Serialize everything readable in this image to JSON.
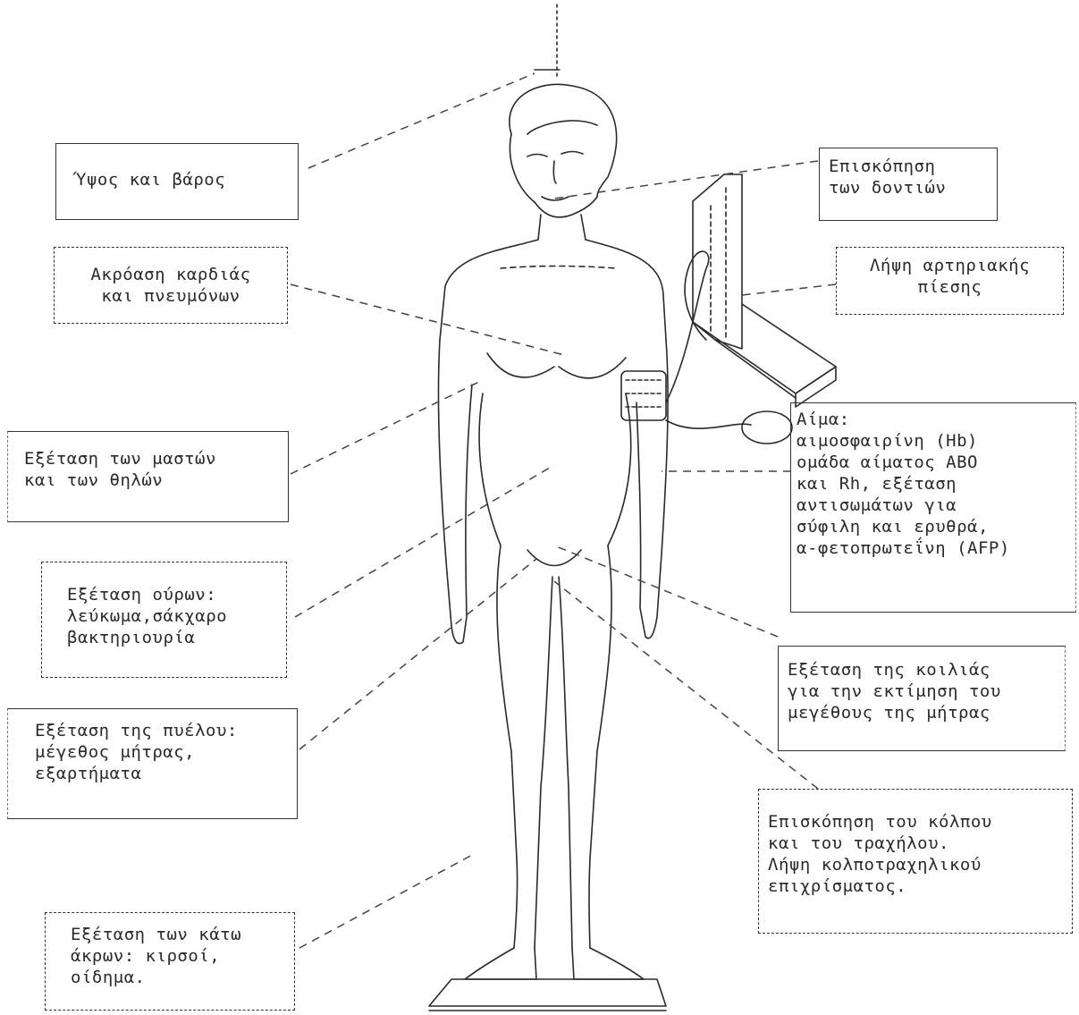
{
  "labels": {
    "height_weight": [
      "Ύψος και βάρος"
    ],
    "teeth": [
      "Επισκόπηση",
      "των δοντιών"
    ],
    "blood_pressure": [
      "Λήψη αρτηριακής",
      "πίεσης"
    ],
    "heart_lungs": [
      "Ακρόαση καρδιάς",
      "και πνευμόνων"
    ],
    "blood": [
      "Αίμα:",
      "αιμοσφαιρίνη (Hb)",
      "ομάδα αίματος ABO",
      "και Rh, εξέταση",
      "αντισωμάτων για",
      "σύφιλη και ερυθρά,",
      "α-φετοπρωτεΐνη (AFP)"
    ],
    "breasts": [
      "Εξέταση των μαστών",
      "και των θηλών"
    ],
    "urine": [
      "Εξέταση ούρων:",
      "λεύκωμα,σάκχαρο",
      "βακτηριουρία"
    ],
    "abdomen": [
      "Εξέταση της κοιλιάς",
      "για την εκτίμηση του",
      "μεγέθους της μήτρας"
    ],
    "pelvis": [
      "Εξέταση της πυέλου:",
      "μέγεθος μήτρας,",
      "εξαρτήματα"
    ],
    "vagina": [
      "Επισκόπηση του κόλπου",
      "και του τραχήλου.",
      "Λήψη κολποτραχηλικού",
      "επιχρίσματος."
    ],
    "legs": [
      "Εξέταση των κάτω",
      "άκρων: κιρσοί,",
      "οίδημα."
    ]
  },
  "colors": {
    "ink": "#2a2a2a",
    "paper": "#ffffff"
  }
}
